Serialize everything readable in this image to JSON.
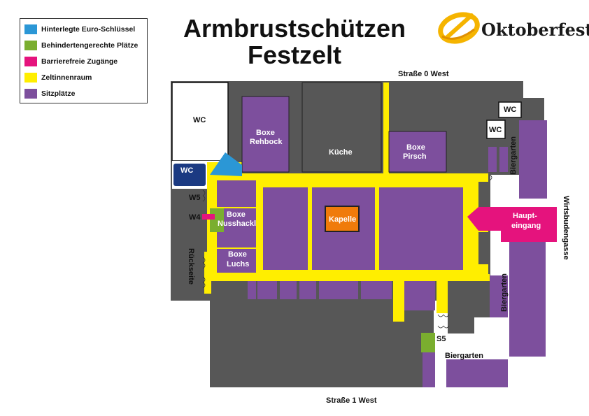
{
  "title_line1": "Armbrustschützen",
  "title_line2": "Festzelt",
  "logo_text": "Oktoberfest",
  "colors": {
    "euro_key": "#2b97d6",
    "accessible_seats": "#7aae2f",
    "accessible_entrances": "#e5137d",
    "tent_interior": "#ffee00",
    "seating": "#7d4f9d",
    "building": "#575757",
    "stage": "#f07b0a"
  },
  "legend": [
    {
      "label": "Hinterlegte Euro-Schlüssel",
      "color": "#2b97d6"
    },
    {
      "label": "Behindertengerechte Plätze",
      "color": "#7aae2f"
    },
    {
      "label": "Barrierefreie Zugänge",
      "color": "#e5137d"
    },
    {
      "label": "Zeltinnenraum",
      "color": "#ffee00"
    },
    {
      "label": "Sitzplätze",
      "color": "#7d4f9d"
    }
  ],
  "map": {
    "street_north": "Straße 0 West",
    "street_south": "Straße 1 West",
    "street_east": "Wirtsbudengasse",
    "back_side": "Rückseite",
    "wc": "WC",
    "wc_accessible": "WC",
    "boxe_rehbock": [
      "Boxe",
      "Rehbock"
    ],
    "kueche": "Küche",
    "boxe_pirsch": [
      "Boxe",
      "Pirsch"
    ],
    "boxe_nusshackl": [
      "Boxe",
      "Nusshackl"
    ],
    "boxe_luchs": [
      "Boxe",
      "Luchs"
    ],
    "kapelle": "Kapelle",
    "haupteingang": [
      "Haupt-",
      "eingang"
    ],
    "biergarten": "Biergarten",
    "w5": "W5",
    "w4": "W4",
    "s5": "S5"
  }
}
